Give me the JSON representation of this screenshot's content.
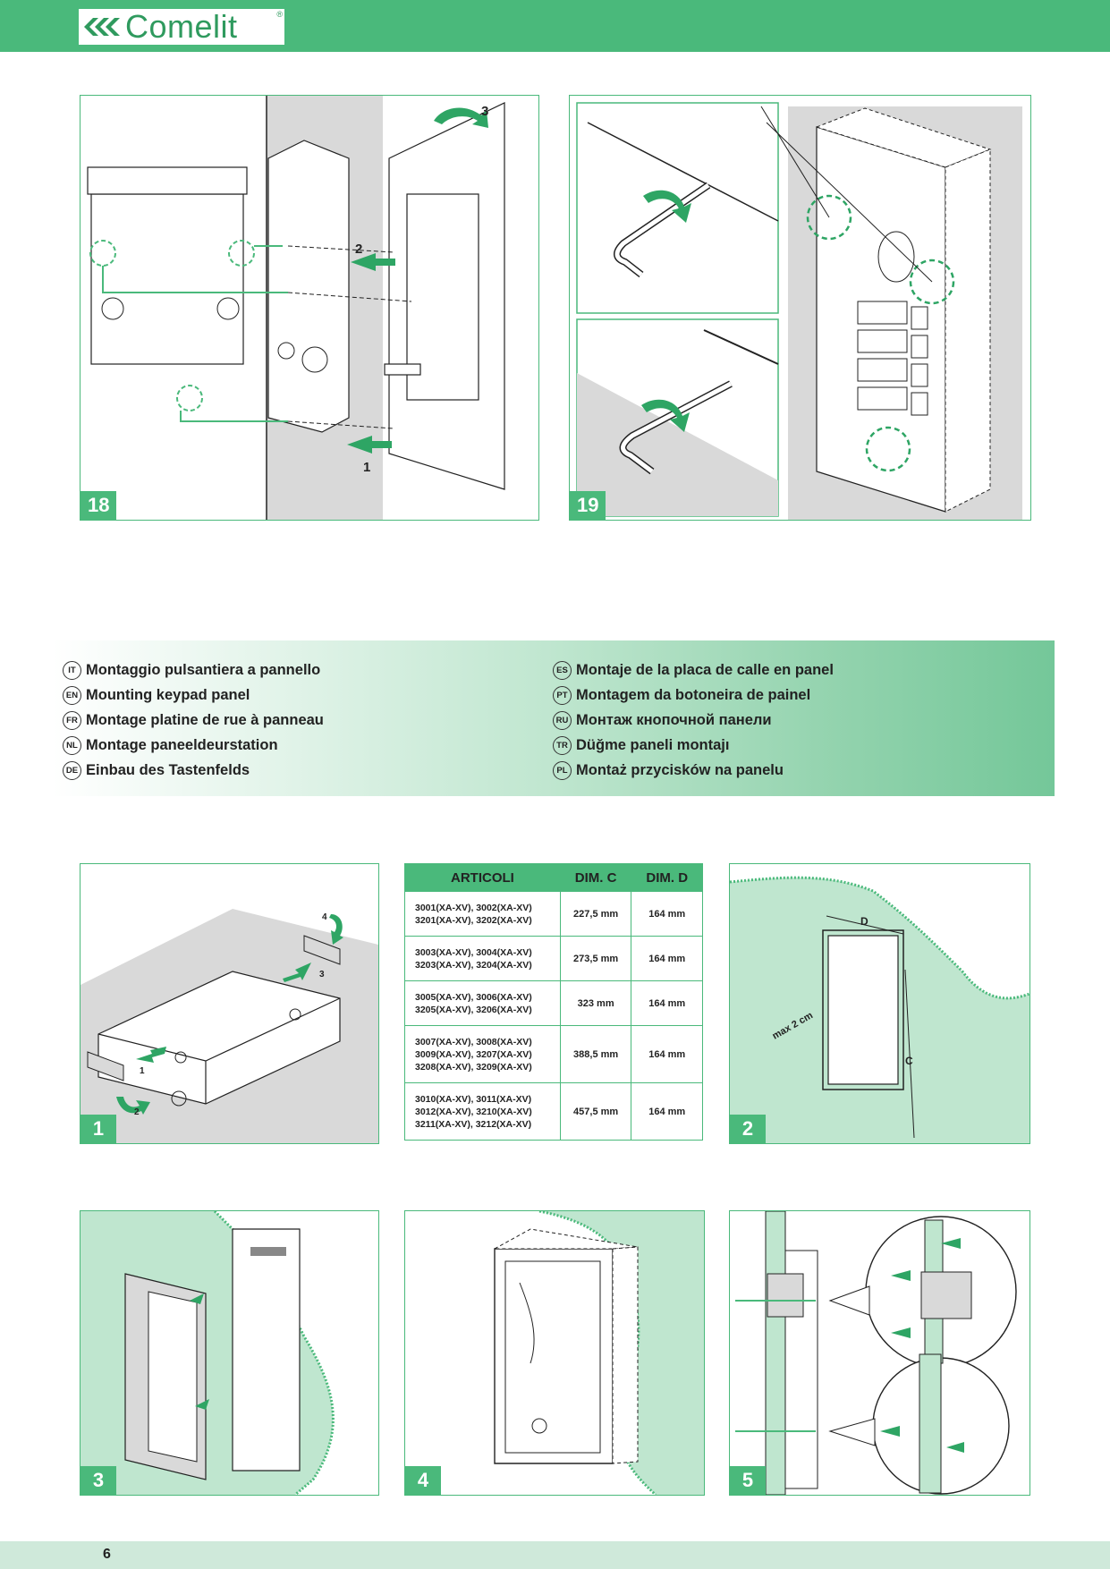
{
  "header": {
    "brand": "Comelit",
    "registered": "®"
  },
  "figures": [
    {
      "number": "18",
      "callouts": [
        "3",
        "2",
        "1"
      ]
    },
    {
      "number": "19"
    },
    {
      "number": "1",
      "callouts": [
        "4",
        "3",
        "1",
        "2"
      ]
    },
    {
      "number": "2",
      "labels": {
        "d": "D",
        "c": "C",
        "max": "max 2 cm"
      }
    },
    {
      "number": "3"
    },
    {
      "number": "4"
    },
    {
      "number": "5"
    }
  ],
  "titles": {
    "left": [
      {
        "code": "IT",
        "text": "Montaggio pulsantiera a pannello"
      },
      {
        "code": "EN",
        "text": "Mounting keypad panel"
      },
      {
        "code": "FR",
        "text": "Montage platine de rue à panneau"
      },
      {
        "code": "NL",
        "text": "Montage paneeldeurstation"
      },
      {
        "code": "DE",
        "text": "Einbau des Tastenfelds"
      }
    ],
    "right": [
      {
        "code": "ES",
        "text": "Montaje de la placa de calle en panel"
      },
      {
        "code": "PT",
        "text": "Montagem da botoneira de painel"
      },
      {
        "code": "RU",
        "text": "Монтаж кнопочной панели"
      },
      {
        "code": "TR",
        "text": "Düğme paneli montajı"
      },
      {
        "code": "PL",
        "text": "Montaż przycisków na panelu"
      }
    ]
  },
  "table": {
    "headers": [
      "ARTICOLI",
      "DIM. C",
      "DIM. D"
    ],
    "rows": [
      {
        "codes": [
          "3001(XA-XV), 3002(XA-XV)",
          "3201(XA-XV), 3202(XA-XV)"
        ],
        "c": "227,5 mm",
        "d": "164 mm"
      },
      {
        "codes": [
          "3003(XA-XV), 3004(XA-XV)",
          "3203(XA-XV), 3204(XA-XV)"
        ],
        "c": "273,5 mm",
        "d": "164 mm"
      },
      {
        "codes": [
          "3005(XA-XV), 3006(XA-XV)",
          "3205(XA-XV), 3206(XA-XV)"
        ],
        "c": "323 mm",
        "d": "164 mm"
      },
      {
        "codes": [
          "3007(XA-XV), 3008(XA-XV)",
          "3009(XA-XV), 3207(XA-XV)",
          "3208(XA-XV), 3209(XA-XV)"
        ],
        "c": "388,5 mm",
        "d": "164 mm"
      },
      {
        "codes": [
          "3010(XA-XV), 3011(XA-XV)",
          "3012(XA-XV), 3210(XA-XV)",
          "3211(XA-XV), 3212(XA-XV)"
        ],
        "c": "457,5 mm",
        "d": "164 mm"
      }
    ]
  },
  "footer": {
    "page": "6"
  },
  "colors": {
    "accent": "#4ab97b",
    "light": "#cfe9da",
    "wall": "#bfe6cf"
  }
}
